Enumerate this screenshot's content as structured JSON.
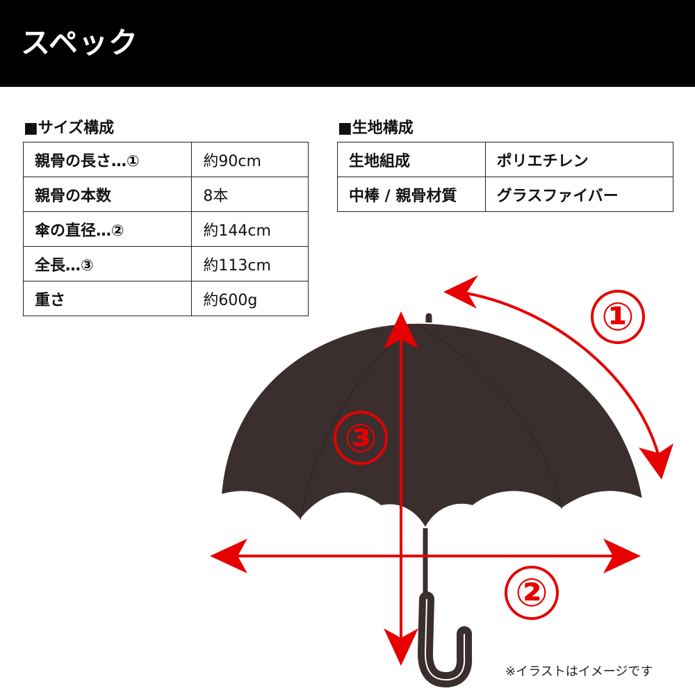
{
  "header": {
    "title": "スペック"
  },
  "size_section": {
    "title": "■サイズ構成",
    "rows": [
      {
        "label": "親骨の長さ…①",
        "value": "約90cm"
      },
      {
        "label": "親骨の本数",
        "value": "8本"
      },
      {
        "label": "傘の直径…②",
        "value": "約144cm"
      },
      {
        "label": "全長…③",
        "value": "約113cm"
      },
      {
        "label": "重さ",
        "value": "約600g"
      }
    ]
  },
  "fabric_section": {
    "title": "■生地構成",
    "rows": [
      {
        "label": "生地組成",
        "value": "ポリエチレン"
      },
      {
        "label": "中棒 / 親骨材質",
        "value": "グラスファイバー"
      }
    ]
  },
  "illustration": {
    "markers": {
      "rib_length": "①",
      "diameter": "②",
      "total_length": "③"
    },
    "canopy_color": "#3b2e2e",
    "arrow_color": "#e60000"
  },
  "note": "※イラストはイメージです"
}
